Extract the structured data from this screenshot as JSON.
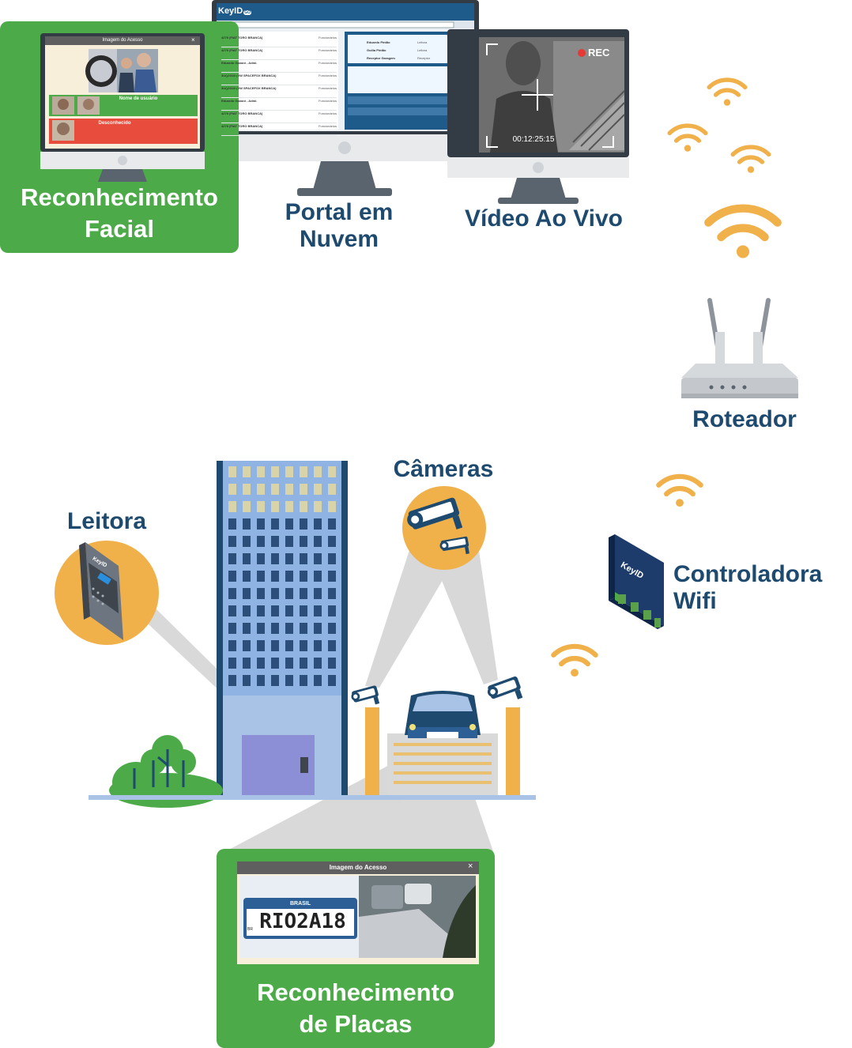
{
  "labels": {
    "facial_line1": "Reconhecimento",
    "facial_line2": "Facial",
    "portal_line1": "Portal em",
    "portal_line2": "Nuvem",
    "video": "Vídeo Ao Vivo",
    "router": "Roteador",
    "reader": "Leitora",
    "cameras": "Câmeras",
    "controller_line1": "Controladora",
    "controller_line2": "Wifi",
    "plates_line1": "Reconhecimento",
    "plates_line2": "de Placas"
  },
  "facial_screen": {
    "window_title": "Imagem do Acesso",
    "close": "×",
    "user_name": "Nome de usuário",
    "unknown": "Desconhecido"
  },
  "portal_screen": {
    "logo": "KeyID",
    "logo_badge": "GO",
    "rows": [
      {
        "title": "4279 (FIAT TORO BRANCA)",
        "status": "Funcionários"
      },
      {
        "title": "4279 (FIAT TORO BRANCA)",
        "status": "Funcionários"
      },
      {
        "title": "Eduardo Ganani - Admi.",
        "status": "Funcionários"
      },
      {
        "title": "3UQ2G33 (VW SPACEFOX BRANCA)",
        "status": "Funcionários"
      },
      {
        "title": "3UQ2G33 (VW SPACEFOX BRANCA)",
        "status": "Funcionários"
      },
      {
        "title": "Eduardo Ganani - Admi.",
        "status": "Funcionários"
      },
      {
        "title": "4279 (FIAT TORO BRANCA)",
        "status": "Funcionários"
      },
      {
        "title": "4279 (FIAT TORO BRANCA)",
        "status": "Funcionários"
      }
    ],
    "side_rows": [
      {
        "name": "Eduardo Pintão",
        "role": "Leitora"
      },
      {
        "name": "Guilia Pintão",
        "role": "Leitora"
      },
      {
        "name": "Receptor Garagem",
        "role": "Receptor"
      }
    ]
  },
  "video_screen": {
    "rec": "REC",
    "timestamp": "00:12:25:15"
  },
  "reader_device": {
    "brand": "KeyID"
  },
  "controller_device": {
    "brand": "KeyID"
  },
  "plate_screen": {
    "window_title": "Imagem do Acesso",
    "close": "×",
    "country": "BRASIL",
    "plate": "RIO2A18",
    "plate_prefix": "BR"
  },
  "colors": {
    "green": "#4caa48",
    "navy": "#1d4a6e",
    "orange": "#f0b04a",
    "building": "#8fb4e3",
    "grey_beam": "#c8c8c8"
  }
}
